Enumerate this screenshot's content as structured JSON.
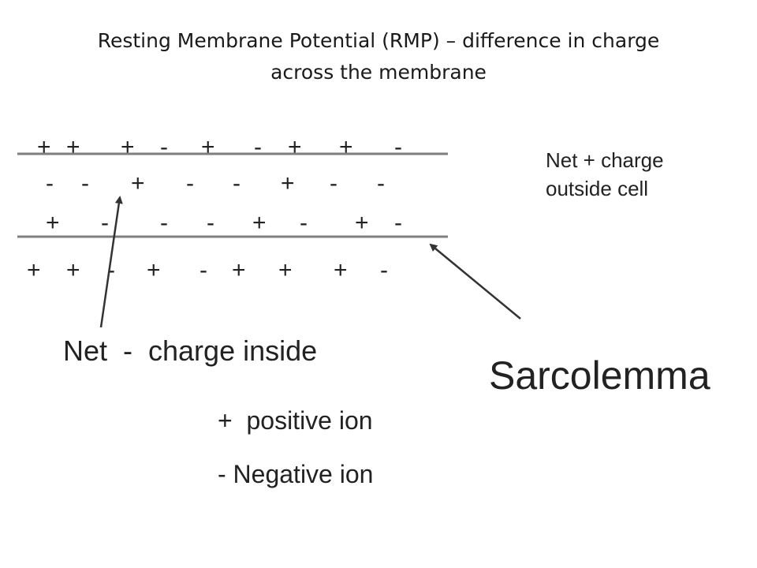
{
  "title": {
    "line1": "Resting Membrane Potential  (RMP) – difference in charge",
    "line2": "across the membrane"
  },
  "diagram": {
    "rows": [
      [
        "+",
        "+",
        "+",
        "-",
        "+",
        "-",
        "+",
        "+",
        "-"
      ],
      [
        "-",
        "-",
        "+",
        "-",
        "-",
        "+",
        "-",
        "-"
      ],
      [
        "+",
        "-",
        "-",
        "-",
        "+",
        "-",
        "+",
        "-"
      ],
      [
        "+",
        "+",
        "-",
        "+",
        "-",
        "+",
        "+",
        "+",
        "-"
      ]
    ],
    "labels": {
      "outside_line1": "Net + charge",
      "outside_line2": "outside cell",
      "inside": "Net  -  charge inside",
      "sarcolemma": "Sarcolemma",
      "legend_positive": "+  positive ion",
      "legend_negative": "- Negative ion"
    },
    "colors": {
      "line": "#7f7f7f",
      "text": "#222222",
      "arrow": "#333333"
    }
  }
}
